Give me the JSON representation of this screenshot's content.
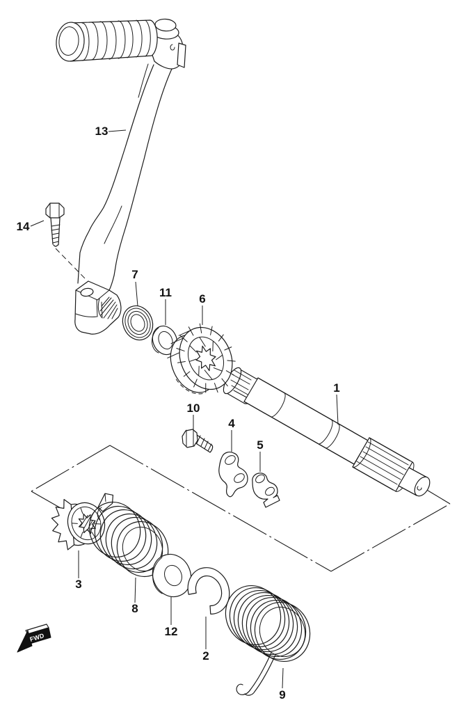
{
  "diagram": {
    "fwd_label": "FWD",
    "parts": {
      "p1": "1",
      "p2": "2",
      "p3": "3",
      "p4": "4",
      "p5": "5",
      "p6": "6",
      "p7": "7",
      "p8": "8",
      "p9": "9",
      "p10": "10",
      "p11": "11",
      "p12": "12",
      "p13": "13",
      "p14": "14"
    }
  }
}
